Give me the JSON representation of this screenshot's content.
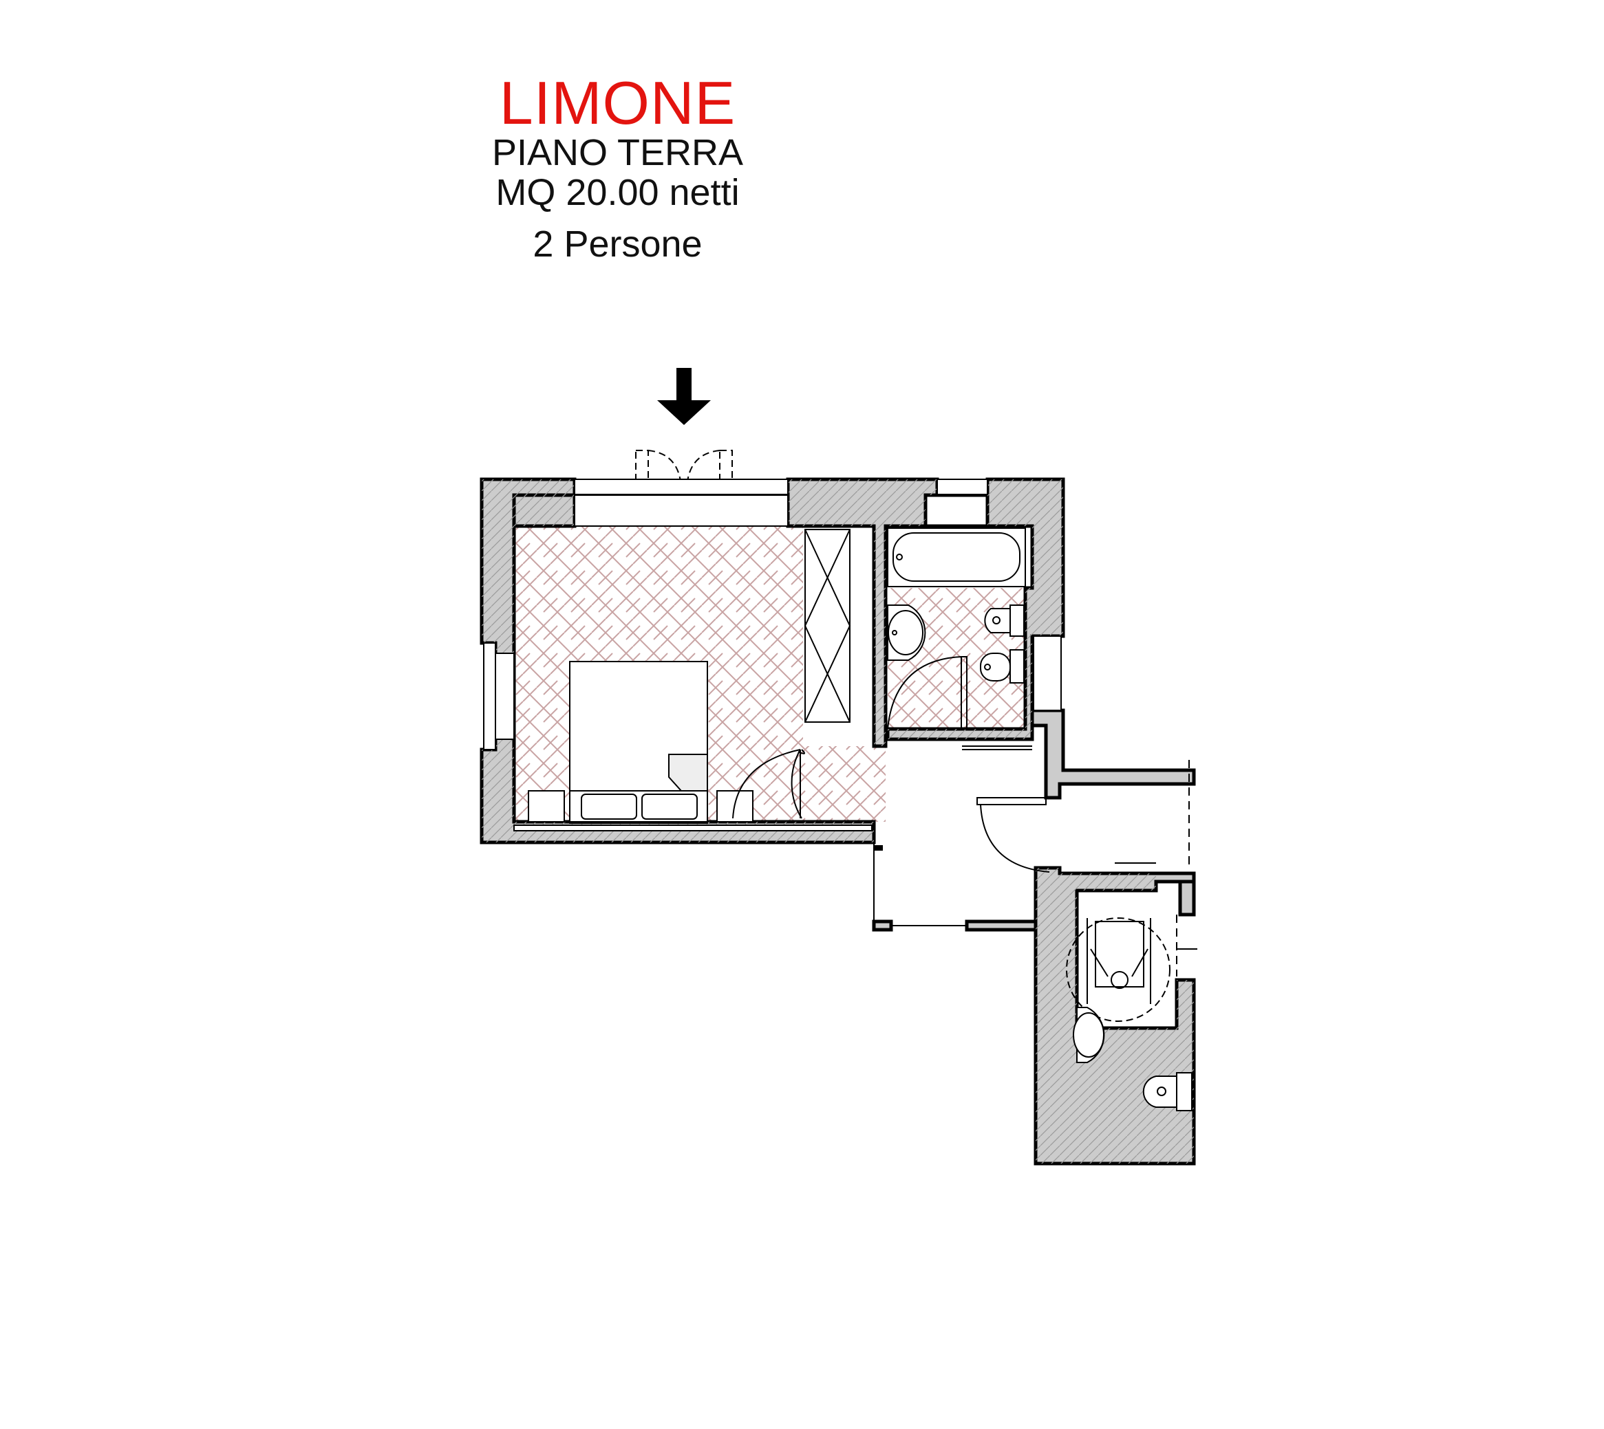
{
  "header": {
    "name": "LIMONE",
    "floor": "PIANO TERRA",
    "area": "MQ 20.00 netti",
    "people": "2 Persone"
  },
  "colors": {
    "accent": "#e3140f",
    "text": "#111111",
    "wall_fill": "#cccccc",
    "wall_stroke": "#000000",
    "tile_pattern": "#c9a4a4"
  },
  "icons": {
    "entrance": "arrow-down-icon"
  }
}
